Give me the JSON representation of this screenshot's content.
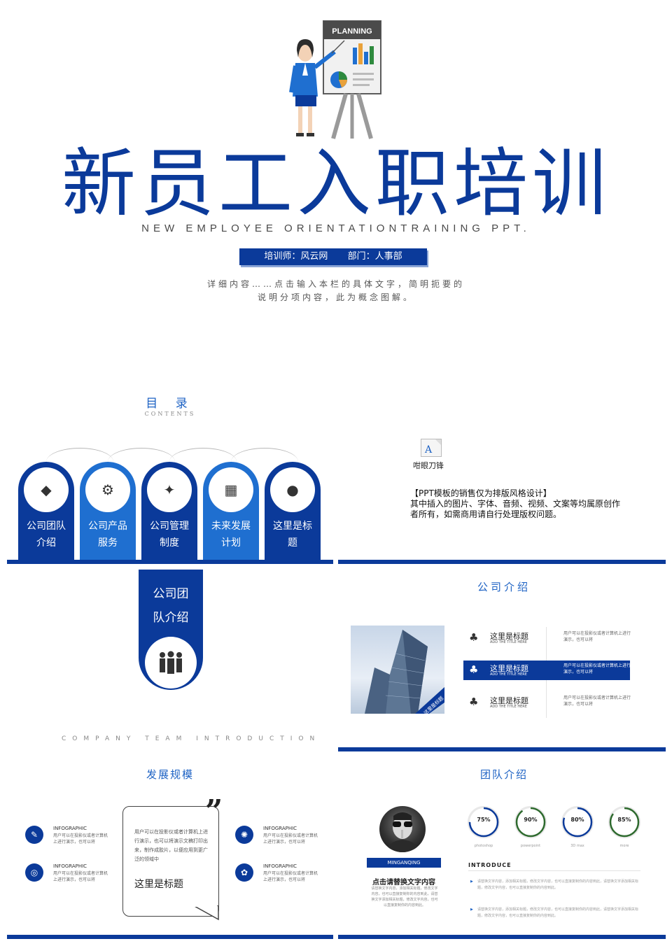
{
  "hero": {
    "board_label": "PLANNING",
    "title": "新员工入职培训",
    "subtitle": "NEW EMPLOYEE ORIENTATIONTRAINING PPT.",
    "trainer": "培训师：风云网",
    "dept": "部门：人事部",
    "desc_line1": "详细内容……点击输入本栏的具体文字，简明扼要的",
    "desc_line2": "说明分项内容，此为概念图解。"
  },
  "toc": {
    "title": "目 录",
    "subtitle": "CONTENTS",
    "items": [
      {
        "line1": "公司团队",
        "line2": "介绍",
        "color": "#0b3a9a"
      },
      {
        "line1": "公司产品",
        "line2": "服务",
        "color": "#1f6fd0"
      },
      {
        "line1": "公司管理",
        "line2": "制度",
        "color": "#0b3a9a"
      },
      {
        "line1": "未来发展",
        "line2": "计划",
        "color": "#1f6fd0"
      },
      {
        "line1": "这里是标",
        "line2": "题",
        "color": "#0b3a9a"
      }
    ]
  },
  "disclaimer": {
    "icon_caption": "咁眼刀锋",
    "line1": "【PPT模板的销售仅为排版风格设计】",
    "line2": "其中插入的图片、字体、音频、视频、文案等均属原创作",
    "line3": "者所有，如需商用请自行处理版权问题。"
  },
  "team_section": {
    "line1": "公司团",
    "line2": "队介绍",
    "english": "COMPANY TEAM INTRODUCTION"
  },
  "company_intro": {
    "title": "公司介绍",
    "image_tag": "这里是标题",
    "rows": [
      {
        "title": "这里是标题",
        "sub": "ADD THE TITLE HERE",
        "desc": "用户可以在投影仪或者计算机上进行演示，也可以将"
      },
      {
        "title": "这里是标题",
        "sub": "ADD THE TITLE HERE",
        "desc": "用户可以在投影仪或者计算机上进行演示，也可以将"
      },
      {
        "title": "这里是标题",
        "sub": "ADD THE TITLE HERE",
        "desc": "用户可以在投影仪或者计算机上进行演示，也可以将"
      }
    ]
  },
  "development": {
    "title": "发展规模",
    "infos": [
      {
        "head": "INFOGRAPHIC",
        "text": "用户可以在投影仪或者计算机上进行演示，也可以将"
      },
      {
        "head": "INFOGRAPHIC",
        "text": "用户可以在投影仪或者计算机上进行演示，也可以将"
      },
      {
        "head": "INFOGRAPHIC",
        "text": "用户可以在投影仪或者计算机上进行演示，也可以将"
      },
      {
        "head": "INFOGRAPHIC",
        "text": "用户可以在投影仪或者计算机上进行演示，也可以将"
      }
    ],
    "bubble_text": "用户可以在投影仪或者计算机上进行演示，也可以将演示文稿打印出来，制作成胶片，以便应用到更广泛的领域中",
    "bubble_title": "这里是标题",
    "quote": "”"
  },
  "team_intro": {
    "title": "团队介绍",
    "name": "MINGANQING",
    "click_text": "点击请替换文字内容",
    "click_desc": "请替换文字内容，添加相关标题，修改文字内容，也可以直接复制你的内容到此，请替换文字添加相关标题，修改文字内容，也可以直接复制你的内容到此。",
    "skills": [
      {
        "value": "75%",
        "label": "photoshop",
        "color": "#0b3a9a"
      },
      {
        "value": "90%",
        "label": "powerpoint",
        "color": "#2e6a2e"
      },
      {
        "value": "80%",
        "label": "3D max",
        "color": "#0b3a9a"
      },
      {
        "value": "85%",
        "label": "more",
        "color": "#2e6a2e"
      }
    ],
    "introduce": "INTRODUCE",
    "bullets": [
      "请替换文字内容，添加相关标题，修改文字内容，也可以直接复制你的内容到此，请替换文字添加相关标题，修改文字内容，也可以直接复制你的内容到此。",
      "请替换文字内容，添加相关标题，修改文字内容，也可以直接复制你的内容到此，请替换文字添加相关标题，修改文字内容，也可以直接复制你的内容到此。"
    ]
  }
}
